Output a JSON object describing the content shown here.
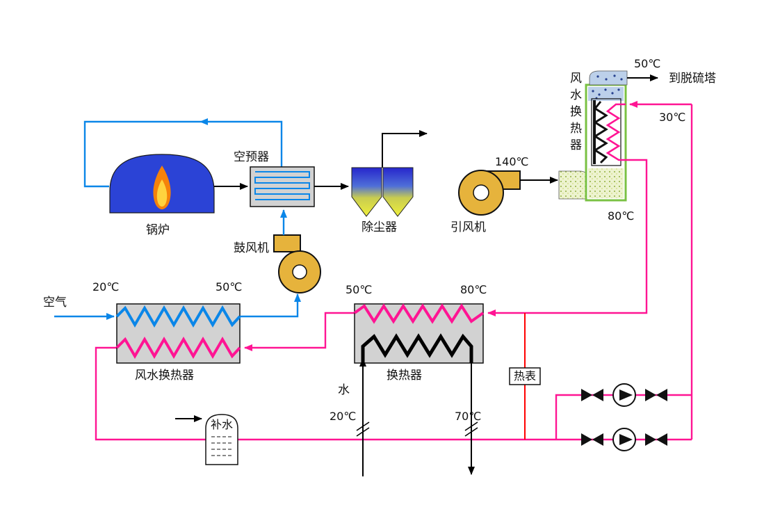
{
  "diagram": {
    "labels": {
      "air": "空气",
      "air_in_temp": "20℃",
      "air_out_temp": "50℃",
      "boiler": "锅炉",
      "air_preheater": "空预器",
      "blower_fan": "鼓风机",
      "dust_collector": "除尘器",
      "induced_draft_fan": "引风机",
      "flue_gas_temp": "140℃",
      "air_water_hx_bottom": "风水换热器",
      "heat_exchanger": "换热器",
      "hx_in_temp": "50℃",
      "hx_out_temp": "80℃",
      "water": "水",
      "water_in_temp": "20℃",
      "water_out_temp": "70℃",
      "heat_meter": "热表",
      "makeup_water": "补水",
      "supply_temp": "80℃",
      "return_temp": "30℃",
      "stack_temp": "50℃",
      "to_desulfurization_tower": "到脱硫塔",
      "top_unit_chars": [
        "风",
        "水",
        "换",
        "热",
        "器"
      ]
    },
    "colors": {
      "air_line": "#0a86e8",
      "hot_water_line": "#ff1493",
      "flue_line": "#000000",
      "meter_line": "#ff0000",
      "fan_fill": "#e6b33c",
      "gray_box_fill": "#d2d2d2",
      "boiler_fill": "#2b43d6",
      "flame_outer": "#f5820a",
      "flame_inner": "#ffd23e",
      "dust_top": "#2626cc",
      "dust_bottom": "#eeee3c",
      "unit_border": "#7ac143"
    }
  }
}
